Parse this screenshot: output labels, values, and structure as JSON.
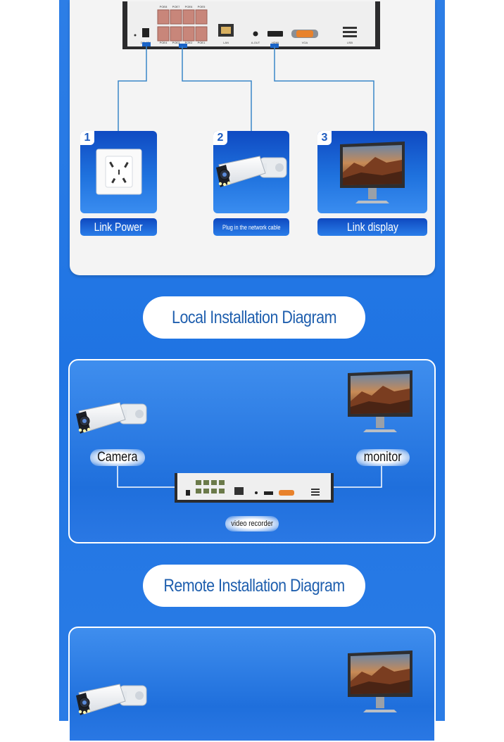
{
  "colors": {
    "background_blue": "#2378e4",
    "panel_gray": "#f4f4f4",
    "heading_text": "#1f5fae",
    "connector_line": "#3a86c8"
  },
  "device_ports": [
    "POE8",
    "POE7",
    "POE6",
    "POE5",
    "POE4",
    "POE3",
    "POE2",
    "POE1",
    "LAN",
    "A-OUT",
    "HDMI",
    "VGA",
    "USB",
    "DC 48V"
  ],
  "steps": [
    {
      "number": "1",
      "label": "Link Power",
      "icon": "power-socket-icon"
    },
    {
      "number": "2",
      "label": "Plug in the network cable",
      "icon": "camera-icon"
    },
    {
      "number": "3",
      "label": "Link display",
      "icon": "monitor-icon"
    }
  ],
  "local": {
    "title": "Local Installation Diagram",
    "camera_label": "Camera",
    "monitor_label": "monitor",
    "recorder_label": "video recorder"
  },
  "remote": {
    "title": "Remote Installation Diagram"
  }
}
